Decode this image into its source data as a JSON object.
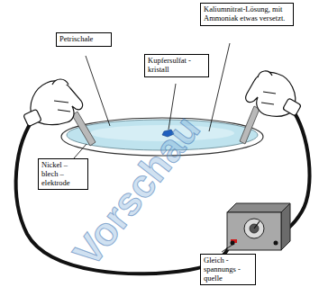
{
  "diagram": {
    "nodes": [
      {
        "text": [
          "Petrischale"
        ]
      },
      {
        "text": [
          "Kupfersulfat - kristall"
        ]
      },
      {
        "text": [
          "Kaliumnitrat-Lösung, mit Ammoniak etwas versetzt."
        ]
      },
      {
        "text": [
          "Nickel – blech – elektrode"
        ]
      },
      {
        "text": [
          "Gleich - spannungs - quelle"
        ]
      }
    ],
    "labels": [
      "Vorschau"
    ]
  }
}
